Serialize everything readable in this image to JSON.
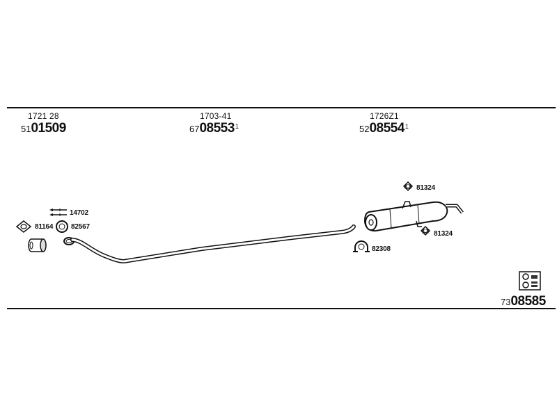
{
  "sections": [
    {
      "ref": "1721 28",
      "prefix": "51",
      "number": "01509",
      "mark": ""
    },
    {
      "ref": "1703-41",
      "prefix": "67",
      "number": "08553",
      "mark": "1"
    },
    {
      "ref": "1726Z1",
      "prefix": "52",
      "number": "08554",
      "mark": "1"
    }
  ],
  "accessories": {
    "a14702": "14702",
    "a81164": "81164",
    "a82567": "82567",
    "a82308": "82308",
    "a81324_top": "81324",
    "a81324_bottom": "81324"
  },
  "kit": {
    "prefix": "73",
    "number": "08585"
  }
}
